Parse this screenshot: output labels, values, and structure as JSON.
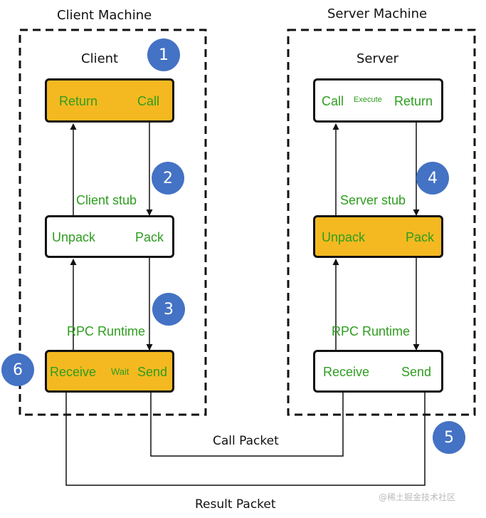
{
  "client_machine": {
    "title": "Client Machine",
    "client_label": "Client",
    "client_box": {
      "return_label": "Return",
      "call_label": "Call"
    },
    "stub_label": "Client stub",
    "stub_box": {
      "unpack_label": "Unpack",
      "pack_label": "Pack"
    },
    "runtime_label": "RPC Runtime",
    "runtime_box": {
      "receive_label": "Receive",
      "wait_label": "Wait",
      "send_label": "Send"
    }
  },
  "server_machine": {
    "title": "Server Machine",
    "server_label": "Server",
    "server_box": {
      "call_label": "Call",
      "execute_label": "Execute",
      "return_label": "Return"
    },
    "stub_label": "Server stub",
    "stub_box": {
      "unpack_label": "Unpack",
      "pack_label": "Pack"
    },
    "runtime_label": "RPC Runtime",
    "runtime_box": {
      "receive_label": "Receive",
      "send_label": "Send"
    }
  },
  "steps": [
    "1",
    "2",
    "3",
    "4",
    "5",
    "6"
  ],
  "packets": {
    "call_label": "Call Packet",
    "result_label": "Result Packet"
  },
  "watermark": "@稀土掘金技术社区",
  "colors": {
    "highlight": "#f4b920",
    "accent_green": "#2e9d1f",
    "badge_blue": "#4472c4",
    "border": "#111111"
  }
}
